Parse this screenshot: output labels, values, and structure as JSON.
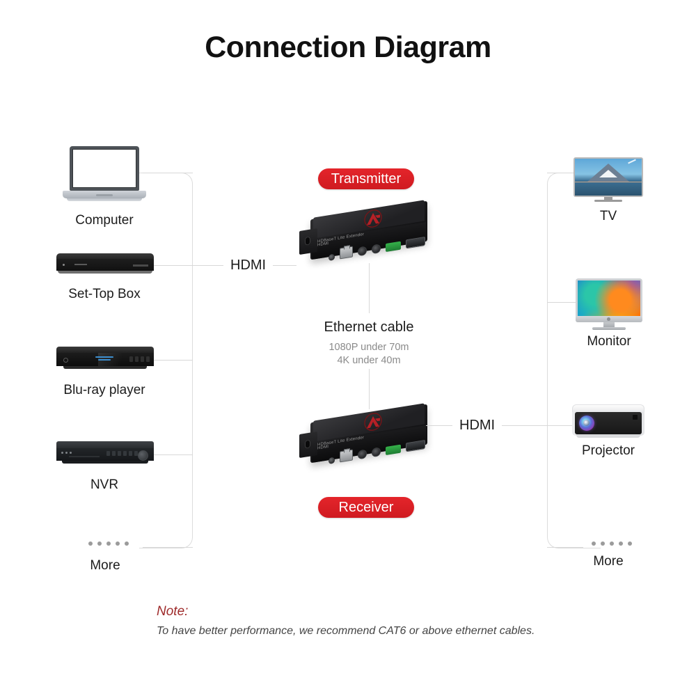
{
  "title": "Connection Diagram",
  "sources": {
    "items": [
      {
        "label": "Computer",
        "icon": "laptop-icon"
      },
      {
        "label": "Set-Top Box",
        "icon": "set-top-box-icon"
      },
      {
        "label": "Blu-ray player",
        "icon": "blu-ray-player-icon"
      },
      {
        "label": "NVR",
        "icon": "nvr-icon"
      },
      {
        "label": "More",
        "icon": "ellipsis-dots-icon"
      }
    ]
  },
  "displays": {
    "items": [
      {
        "label": "TV",
        "icon": "tv-icon"
      },
      {
        "label": "Monitor",
        "icon": "monitor-icon"
      },
      {
        "label": "Projector",
        "icon": "projector-icon"
      },
      {
        "label": "More",
        "icon": "ellipsis-dots-icon"
      }
    ]
  },
  "connections": {
    "input_label": "HDMI",
    "output_label": "HDMI"
  },
  "devices": {
    "transmitter": {
      "badge": "Transmitter",
      "silkscreen_line1": "HDBaseT Lite Extender",
      "silkscreen_line2": "HDMI"
    },
    "receiver": {
      "badge": "Receiver",
      "silkscreen_line1": "HDBaseT Lite Extender",
      "silkscreen_line2": "HDMI"
    }
  },
  "ethernet": {
    "title": "Ethernet cable",
    "spec_line1": "1080P under 70m",
    "spec_line2": "4K under 40m"
  },
  "note": {
    "heading": "Note:",
    "body": "To have better performance, we recommend CAT6 or above ethernet cables."
  },
  "colors": {
    "badge_red": "#d81f26",
    "note_red": "#9e2a2a",
    "line_gray": "#d8d8d8",
    "text_dark": "#1c1c1c",
    "text_muted": "#8a8a8a"
  }
}
